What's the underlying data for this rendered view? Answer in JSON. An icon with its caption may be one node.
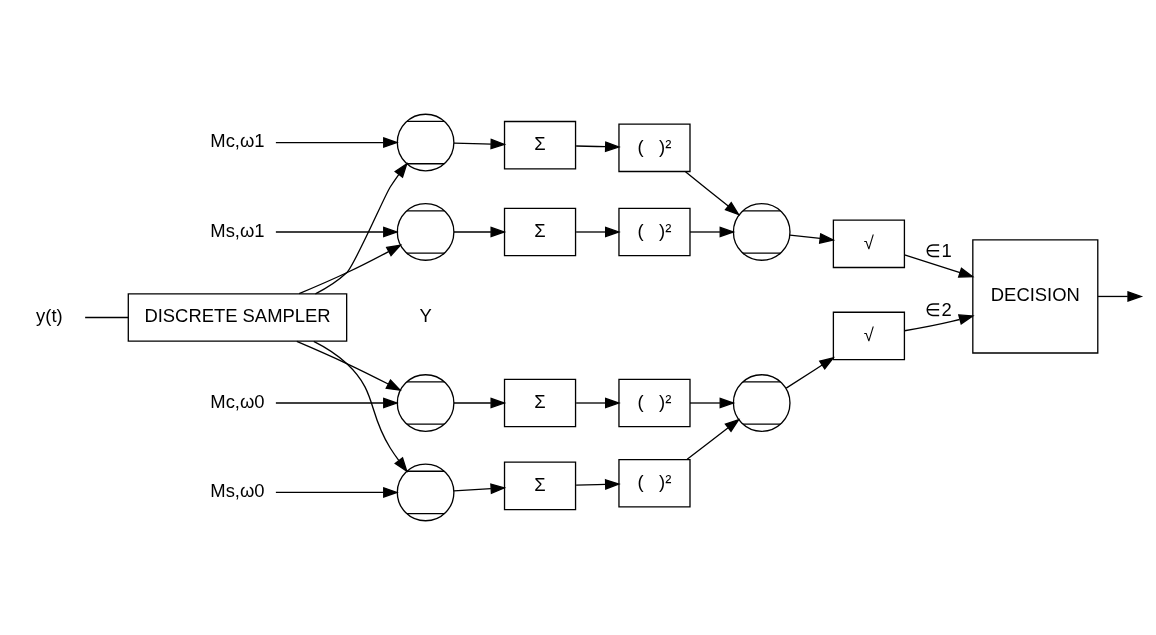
{
  "diagram": {
    "nodes": [
      {
        "text": [
          "y(t)"
        ]
      },
      {
        "text": [
          "DISCRETE SAMPLER"
        ]
      },
      {
        "text": [
          "Mc,ω1"
        ]
      },
      {
        "text": [],
        "shape": "circle"
      },
      {
        "text": [
          "Σ"
        ]
      },
      {
        "text": [
          "(   )²"
        ]
      },
      {
        "text": [
          "Ms,ω1"
        ]
      },
      {
        "text": [],
        "shape": "circle"
      },
      {
        "text": [
          "Σ"
        ]
      },
      {
        "text": [
          "(   )²"
        ]
      },
      {
        "text": [],
        "shape": "circle"
      },
      {
        "text": [
          "√"
        ]
      },
      {
        "text": [
          "DECISION"
        ]
      },
      {
        "text": [
          "Mc,ω0"
        ]
      },
      {
        "text": [],
        "shape": "circle"
      },
      {
        "text": [
          "Σ"
        ]
      },
      {
        "text": [
          "(   )²"
        ]
      },
      {
        "text": [
          "Ms,ω0"
        ]
      },
      {
        "text": [],
        "shape": "circle"
      },
      {
        "text": [
          "Σ"
        ]
      },
      {
        "text": [
          "(   )²"
        ]
      },
      {
        "text": [],
        "shape": "circle"
      },
      {
        "text": [
          "√"
        ]
      }
    ],
    "edges": [
      {
        "from": 0,
        "to": 1,
        "arrow": "none"
      },
      {
        "from": 1,
        "to": 3,
        "arrow": "to"
      },
      {
        "from": 1,
        "to": 7,
        "arrow": "to"
      },
      {
        "from": 1,
        "to": 14,
        "arrow": "to"
      },
      {
        "from": 1,
        "to": 18,
        "arrow": "to"
      },
      {
        "from": 2,
        "to": 3,
        "arrow": "to"
      },
      {
        "from": 3,
        "to": 4,
        "arrow": "to"
      },
      {
        "from": 4,
        "to": 5,
        "arrow": "to"
      },
      {
        "from": 6,
        "to": 7,
        "arrow": "to"
      },
      {
        "from": 7,
        "to": 8,
        "arrow": "to"
      },
      {
        "from": 8,
        "to": 9,
        "arrow": "to"
      },
      {
        "from": 5,
        "to": 10,
        "arrow": "to"
      },
      {
        "from": 9,
        "to": 10,
        "arrow": "to"
      },
      {
        "from": 10,
        "to": 11,
        "arrow": "to"
      },
      {
        "from": 11,
        "to": 12,
        "arrow": "to",
        "label": "∈1"
      },
      {
        "from": 13,
        "to": 14,
        "arrow": "to"
      },
      {
        "from": 14,
        "to": 15,
        "arrow": "to"
      },
      {
        "from": 15,
        "to": 16,
        "arrow": "to"
      },
      {
        "from": 17,
        "to": 18,
        "arrow": "to"
      },
      {
        "from": 18,
        "to": 19,
        "arrow": "to"
      },
      {
        "from": 19,
        "to": 20,
        "arrow": "to"
      },
      {
        "from": 16,
        "to": 21,
        "arrow": "to"
      },
      {
        "from": 20,
        "to": 21,
        "arrow": "to"
      },
      {
        "from": 21,
        "to": 22,
        "arrow": "to"
      },
      {
        "from": 22,
        "to": 12,
        "arrow": "to",
        "label": "∈2"
      },
      {
        "from": 12,
        "to": null,
        "arrow": "to"
      }
    ],
    "labels": [
      "Y"
    ]
  }
}
